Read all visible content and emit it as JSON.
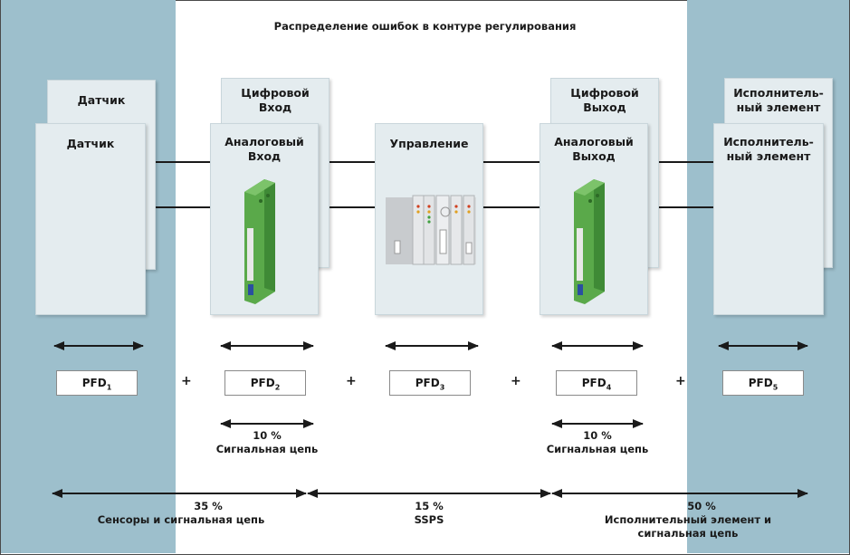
{
  "title": "Распределение ошибок в контуре регулирования",
  "colors": {
    "band": "#9dbfcc",
    "card": "#e4ecef",
    "device_green": "#5aa94a"
  },
  "cards": {
    "sensor_back": "Датчик",
    "sensor_front": "Датчик",
    "digital_in": "Цифровой\nВход",
    "analog_in": "Аналоговый\nВход",
    "control": "Управление",
    "digital_out": "Цифровой\nВыход",
    "analog_out": "Аналоговый\nВыход",
    "actuator_back": "Исполнитель-\nный элемент",
    "actuator_front": "Исполнитель-\nный элемент"
  },
  "pfd": {
    "prefix": "PFD",
    "items": [
      {
        "sub": "1"
      },
      {
        "sub": "2"
      },
      {
        "sub": "3"
      },
      {
        "sub": "4"
      },
      {
        "sub": "5"
      }
    ],
    "plus": "+"
  },
  "signal_left": {
    "pct": "10 %",
    "label": "Сигнальная цепь"
  },
  "signal_right": {
    "pct": "10 %",
    "label": "Сигнальная цепь"
  },
  "bottom": {
    "left": {
      "pct": "35 %",
      "label": "Сенсоры и сигнальная цепь"
    },
    "middle": {
      "pct": "15 %",
      "label": "SSPS"
    },
    "right": {
      "pct": "50 %",
      "label": "Исполнительный элемент и\nсигнальная цепь"
    }
  }
}
